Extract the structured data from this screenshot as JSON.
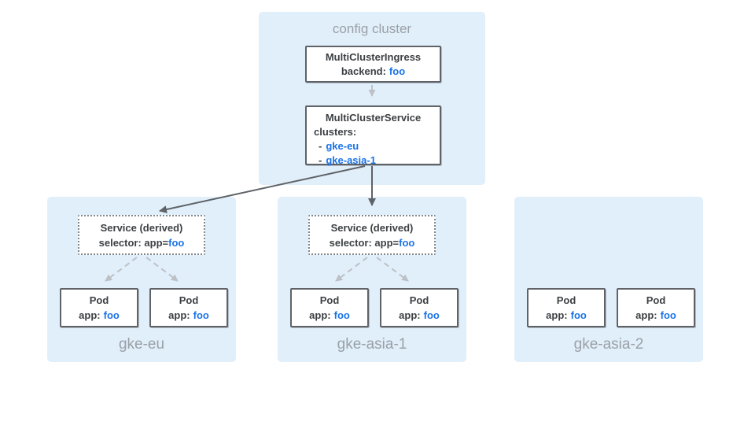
{
  "colors": {
    "panel_blue": "#E1EFFB",
    "node_border_gray": "#5F6368",
    "text_dark": "#3C4043",
    "text_gray": "#9AA0A6",
    "accent_blue": "#1A73E8",
    "arrow_light_gray": "#BDC1C6",
    "arrow_dark_gray": "#5F6368"
  },
  "config_cluster": {
    "title": "config cluster",
    "multi_cluster_ingress": {
      "title": "MultiClusterIngress",
      "backend_label": "backend:",
      "backend_value": "foo"
    },
    "multi_cluster_service": {
      "title": "MultiClusterService",
      "clusters_label": "clusters:",
      "list_dash": "-",
      "cluster_refs": [
        "gke-eu",
        "gke-asia-1"
      ]
    }
  },
  "clusters": [
    {
      "name": "gke-eu",
      "service": {
        "title": "Service (derived)",
        "selector_label": "selector: app=",
        "selector_value": "foo"
      },
      "pods": [
        {
          "title": "Pod",
          "app_label": "app:",
          "app_value": "foo"
        },
        {
          "title": "Pod",
          "app_label": "app:",
          "app_value": "foo"
        }
      ]
    },
    {
      "name": "gke-asia-1",
      "service": {
        "title": "Service (derived)",
        "selector_label": "selector: app=",
        "selector_value": "foo"
      },
      "pods": [
        {
          "title": "Pod",
          "app_label": "app:",
          "app_value": "foo"
        },
        {
          "title": "Pod",
          "app_label": "app:",
          "app_value": "foo"
        }
      ]
    },
    {
      "name": "gke-asia-2",
      "pods": [
        {
          "title": "Pod",
          "app_label": "app:",
          "app_value": "foo"
        },
        {
          "title": "Pod",
          "app_label": "app:",
          "app_value": "foo"
        }
      ]
    }
  ]
}
